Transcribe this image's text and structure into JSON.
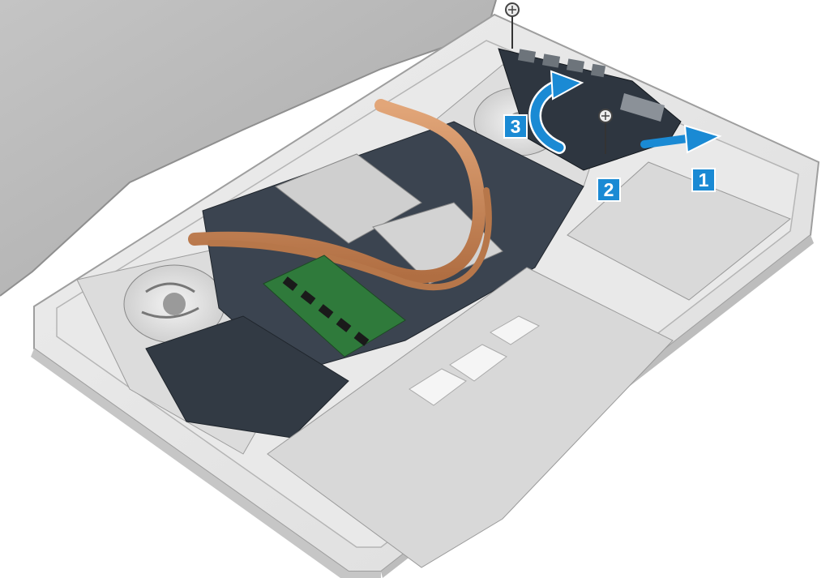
{
  "steps": [
    {
      "number": "1",
      "action": "slide"
    },
    {
      "number": "2",
      "action": "screw"
    },
    {
      "number": "3",
      "action": "lift"
    }
  ],
  "colors": {
    "step_badge": "#1a8ad4",
    "arrow": "#1a8ad4",
    "chassis_top": "#e6e6e6",
    "chassis_edge": "#c9c9c9",
    "screen_lid": "#b9b9b9",
    "board_dark": "#2e3640",
    "board_green": "#2f7a3b",
    "copper_pipe": "#c98a5a",
    "metal_plate": "#d7d7d7"
  },
  "icons": [
    "screw-icon",
    "slide-arrow-icon",
    "rotate-arrow-icon"
  ]
}
